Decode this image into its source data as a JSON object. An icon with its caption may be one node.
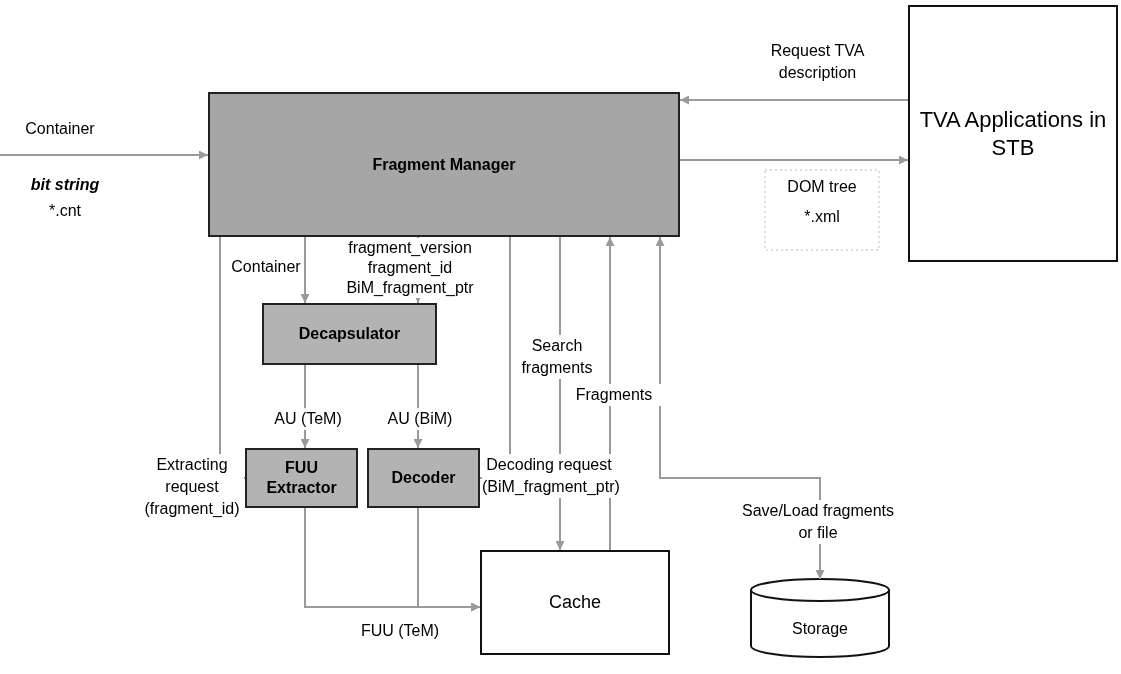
{
  "diagram": {
    "nodes": [
      {
        "text": [
          "Fragment Manager"
        ]
      },
      {
        "text": [
          "TVA Applications in STB"
        ]
      },
      {
        "text": [
          "Decapsulator"
        ]
      },
      {
        "text": [
          "FUU Extractor"
        ]
      },
      {
        "text": [
          "Decoder"
        ]
      },
      {
        "text": [
          "Cache"
        ]
      },
      {
        "text": [
          "Storage"
        ]
      }
    ],
    "edges": [
      {
        "from": null,
        "to": 0,
        "arrow": "to",
        "label": "Container"
      },
      {
        "from": 1,
        "to": 0,
        "arrow": "to",
        "label": "Request TVA description"
      },
      {
        "from": 0,
        "to": 1,
        "arrow": "to"
      },
      {
        "from": 0,
        "to": 2,
        "arrow": "to",
        "label": "Container"
      },
      {
        "from": 0,
        "to": 2,
        "arrow": "to",
        "label": "fragment_version fragment_id BiM_fragment_ptr"
      },
      {
        "from": 0,
        "to": 3,
        "arrow": "to",
        "label": "Extracting request (fragment_id)"
      },
      {
        "from": 0,
        "to": 4,
        "arrow": "to",
        "label": "Decoding request (BiM_fragment_ptr)"
      },
      {
        "from": 2,
        "to": 3,
        "arrow": "to",
        "label": "AU (TeM)"
      },
      {
        "from": 2,
        "to": 4,
        "arrow": "to",
        "label": "AU (BiM)"
      },
      {
        "from": 3,
        "to": 5,
        "arrow": "to",
        "label": "FUU (TeM)"
      },
      {
        "from": 4,
        "to": 5,
        "arrow": "to"
      },
      {
        "from": 0,
        "to": 5,
        "arrow": "to",
        "label": "Search fragments"
      },
      {
        "from": 5,
        "to": 0,
        "arrow": "to",
        "label": "Fragments"
      },
      {
        "from": 0,
        "to": 6,
        "arrow": "both",
        "label": "Save/Load fragments or file"
      }
    ],
    "labels": [
      "bit string",
      "*.cnt",
      "DOM tree",
      "*.xml"
    ]
  }
}
